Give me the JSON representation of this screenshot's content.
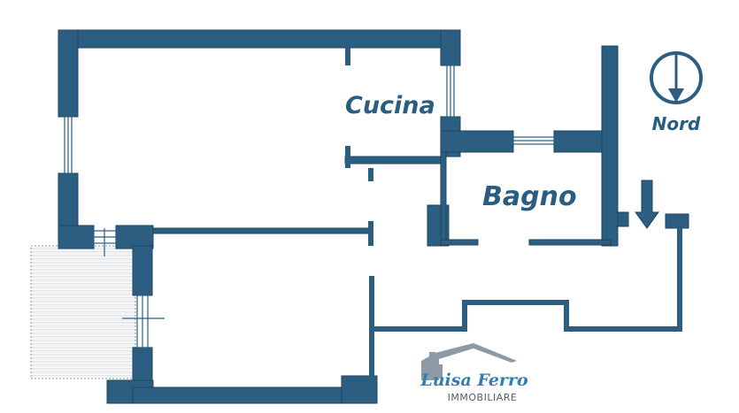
{
  "colors": {
    "wall": "#2b5e80",
    "wall_outline": "#1d4661",
    "label": "#2a5d82",
    "logo_gray": "#8d9aa3",
    "logo_blue": "#2f7fb0",
    "hatch": "#9aa3aa"
  },
  "rooms": {
    "cucina": "Cucina",
    "bagno": "Bagno"
  },
  "compass": {
    "label": "Nord",
    "icon": "north-arrow-icon"
  },
  "logo": {
    "name": "Luisa Ferro",
    "subtitle": "IMMOBILIARE",
    "icon": "house-roof-icon"
  }
}
